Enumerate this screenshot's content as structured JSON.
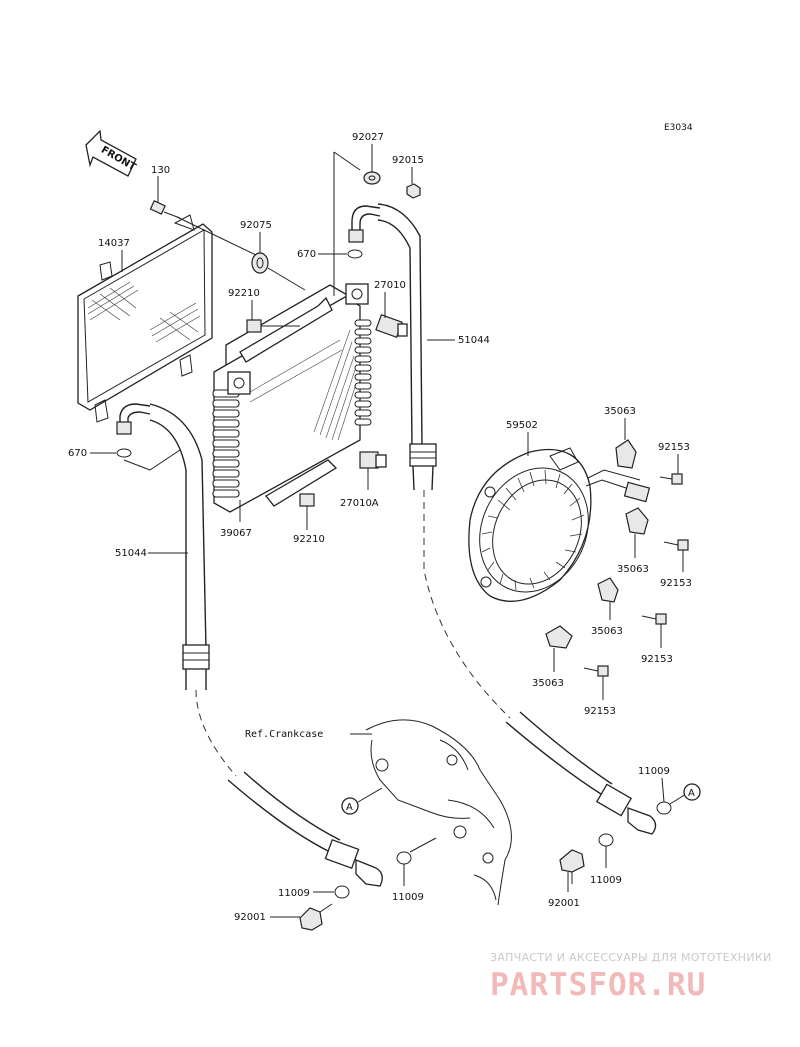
{
  "diagram_code": "E3034",
  "front_label": "FRONT",
  "reference_label": "Ref.Crankcase",
  "connection_marker": "A",
  "parts": {
    "p130": "130",
    "p14037": "14037",
    "p92075": "92075",
    "p92027": "92027",
    "p92015": "92015",
    "p670_top": "670",
    "p27010": "27010",
    "p92210_top": "92210",
    "p51044_right": "51044",
    "p670_left": "670",
    "p27010A": "27010A",
    "p39067": "39067",
    "p92210_bottom": "92210",
    "p51044_left": "51044",
    "p59502": "59502",
    "p35063_a": "35063",
    "p92153_a": "92153",
    "p35063_b": "35063",
    "p92153_b": "92153",
    "p35063_c": "35063",
    "p92153_c": "92153",
    "p35063_d": "35063",
    "p92153_d": "92153",
    "p11009_right_top": "11009",
    "p11009_right_bottom": "11009",
    "p92001_right": "92001",
    "p11009_left_a": "11009",
    "p11009_left_b": "11009",
    "p92001_left": "92001"
  },
  "watermark": {
    "tagline": "ЗАПЧАСТИ И АКСЕССУАРЫ ДЛЯ МОТОТЕХНИКИ",
    "brand": "PARTSFOR.RU"
  }
}
